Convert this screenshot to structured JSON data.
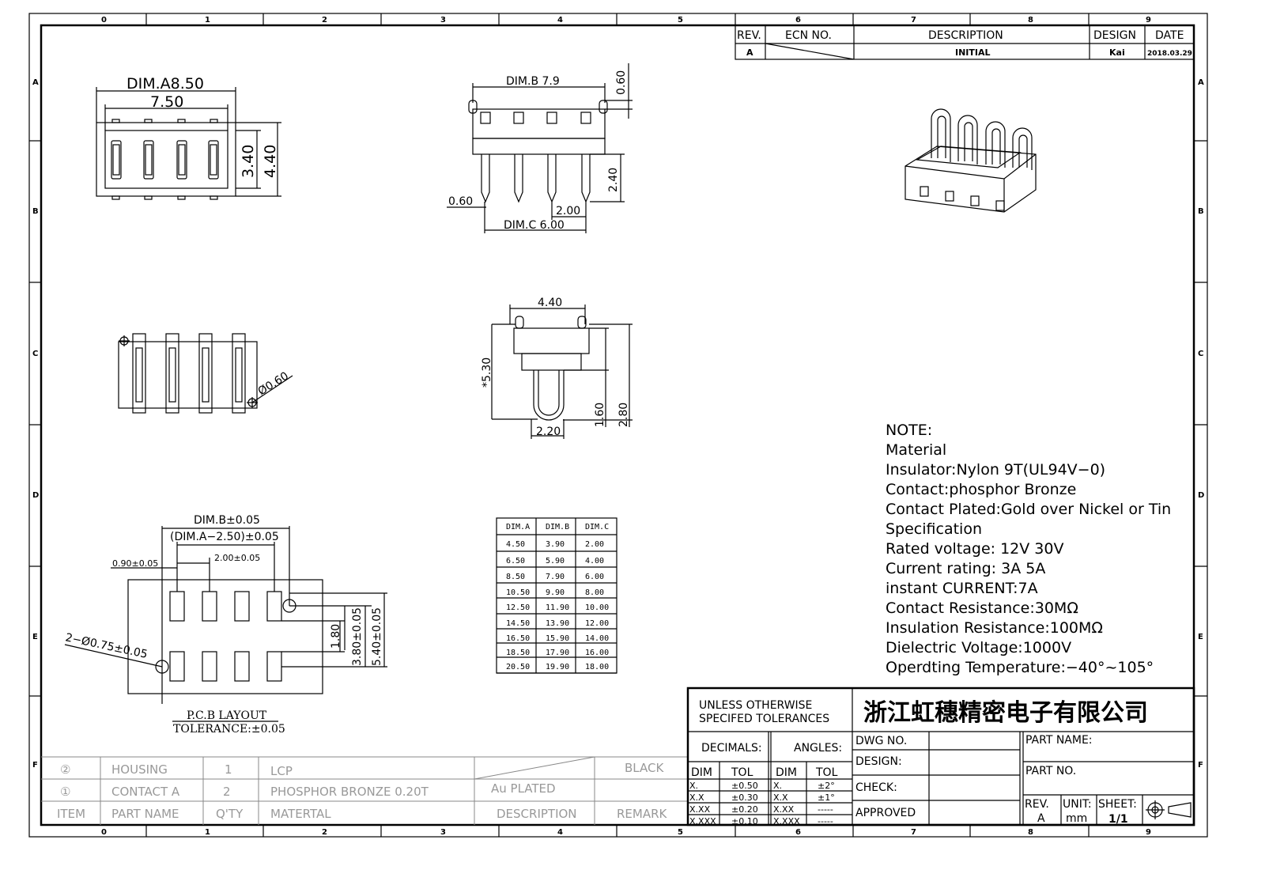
{
  "zones": {
    "cols": [
      "0",
      "1",
      "2",
      "3",
      "4",
      "5",
      "6",
      "7",
      "8",
      "9"
    ],
    "rows": [
      "A",
      "B",
      "C",
      "D",
      "E",
      "F"
    ]
  },
  "revision_block": {
    "headers": {
      "rev": "REV.",
      "ecn": "ECN NO.",
      "description": "DESCRIPTION",
      "design": "DESIGN",
      "date": "DATE"
    },
    "row": {
      "rev": "A",
      "description": "INITIAL",
      "design": "Kai",
      "date": "2018.03.29"
    }
  },
  "dims": {
    "dim_a": "DIM.A8.50",
    "w750": "7.50",
    "h340": "3.40",
    "h440": "4.40",
    "dim_b": "DIM.B  7.9",
    "t060": "0.60",
    "p060": "0.60",
    "h240": "2.40",
    "p200": "2.00",
    "dim_c": "DIM.C  6.00",
    "s440": "4.40",
    "s530": "*5.30",
    "s220": "2.20",
    "s160": "1.60",
    "s280": "2.80",
    "hole060": "Ø0.60",
    "pcb_dimb": "DIM.B±0.05",
    "pcb_dima": "(DIM.A−2.50)±0.05",
    "pcb_090": "0.90±0.05",
    "pcb_200": "2.00±0.05",
    "pcb_180": "1.80",
    "pcb_380": "3.80±0.05",
    "pcb_540": "5.40±0.05",
    "pcb_hole": "2−Ø0.75±0.05",
    "pcb_title": "P.C.B LAYOUT",
    "pcb_tol": "TOLERANCE:±0.05"
  },
  "dim_table": {
    "headers": [
      "DIM.A",
      "DIM.B",
      "DIM.C"
    ],
    "rows": [
      [
        "4.50",
        "3.90",
        "2.00"
      ],
      [
        "6.50",
        "5.90",
        "4.00"
      ],
      [
        "8.50",
        "7.90",
        "6.00"
      ],
      [
        "10.50",
        "9.90",
        "8.00"
      ],
      [
        "12.50",
        "11.90",
        "10.00"
      ],
      [
        "14.50",
        "13.90",
        "12.00"
      ],
      [
        "16.50",
        "15.90",
        "14.00"
      ],
      [
        "18.50",
        "17.90",
        "16.00"
      ],
      [
        "20.50",
        "19.90",
        "18.00"
      ]
    ]
  },
  "notes": [
    "NOTE:",
    "Material",
    "Insulator:Nylon 9T(UL94V−0)",
    "Contact:phosphor Bronze",
    "Contact Plated:Gold over Nickel or Tin",
    "Specification",
    "Rated voltage: 12V 30V",
    " Current rating: 3A   5A",
    "instant CURRENT:7A",
    "Contact Resistance:30MΩ",
    "Insulation Resistance:100MΩ",
    "Dielectric Voltage:1000V",
    "Operdting Temperature:−40°~105°"
  ],
  "bom": {
    "rows": [
      [
        "②",
        "HOUSING",
        "1",
        "LCP",
        "",
        "BLACK"
      ],
      [
        "①",
        "CONTACT A",
        "2",
        "PHOSPHOR BRONZE 0.20T",
        "Au PLATED",
        ""
      ]
    ],
    "headers": [
      "ITEM",
      "PART NAME",
      "Q'TY",
      "MATERTAL",
      "DESCRIPTION",
      "REMARK"
    ]
  },
  "title_block": {
    "tolerance_title_1": "UNLESS OTHERWISE",
    "tolerance_title_2": "SPECIFED TOLERANCES",
    "company": "浙江虹穗精密电子有限公司",
    "decimals": "DECIMALS:",
    "angles": "ANGLES:",
    "dim": "DIM",
    "tol": "TOL",
    "decimal_rows": [
      [
        "X.",
        "±0.50"
      ],
      [
        "X.X",
        "±0.30"
      ],
      [
        "X.XX",
        "±0.20"
      ],
      [
        "X.XXX",
        "±0.10"
      ]
    ],
    "angle_rows": [
      [
        "X.",
        "±2°"
      ],
      [
        "X.X",
        "±1°"
      ],
      [
        "X.XX",
        "-----"
      ],
      [
        "X.XXX",
        "-----"
      ]
    ],
    "dwg_no": "DWG NO.",
    "design": "DESIGN:",
    "check": "CHECK:",
    "approved": "APPROVED",
    "part_name": "PART NAME:",
    "part_no": "PART NO.",
    "rev_label": "REV.",
    "rev": "A",
    "unit_label": "UNIT:",
    "unit": "mm",
    "sheet_label": "SHEET:",
    "sheet": "1/1"
  }
}
